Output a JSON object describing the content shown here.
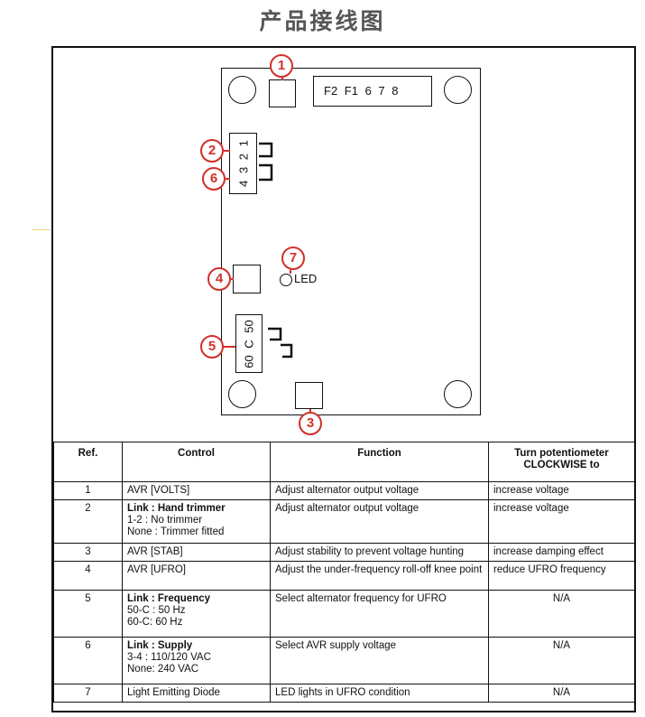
{
  "page": {
    "title": "产品接线图"
  },
  "diagram": {
    "terminal_label": "F2 F1 6 7 8",
    "link_terminal_label": "4 3 2 1",
    "freq_link_label": "60 C 50",
    "led_label": "LED",
    "callouts": [
      "1",
      "2",
      "3",
      "4",
      "5",
      "6",
      "7"
    ]
  },
  "table": {
    "headers": {
      "ref": "Ref.",
      "control": "Control",
      "function": "Function",
      "direction_line1": "Turn potentiometer",
      "direction_line2": "CLOCKWISE to"
    },
    "rows": [
      {
        "ref": "1",
        "control_title": "AVR [VOLTS]",
        "control_title_bold": false,
        "control_lines": [],
        "function": "Adjust alternator output voltage",
        "direction": "increase voltage",
        "direction_center": false
      },
      {
        "ref": "2",
        "control_title": "Link : Hand trimmer",
        "control_title_bold": true,
        "control_lines": [
          "1-2 : No trimmer",
          "None : Trimmer fitted"
        ],
        "function": "Adjust alternator output voltage",
        "direction": "increase voltage",
        "direction_center": false
      },
      {
        "ref": "3",
        "control_title": "AVR [STAB]",
        "control_title_bold": false,
        "control_lines": [],
        "function": "Adjust stability to prevent voltage hunting",
        "direction": "increase damping effect",
        "direction_center": false
      },
      {
        "ref": "4",
        "control_title": "AVR [UFRO]",
        "control_title_bold": false,
        "control_lines": [],
        "function": "Adjust the under-frequency roll-off knee point",
        "direction": "reduce UFRO frequency",
        "direction_center": false
      },
      {
        "ref": "5",
        "control_title": "Link : Frequency",
        "control_title_bold": true,
        "control_lines": [
          "50-C : 50 Hz",
          "60-C: 60 Hz"
        ],
        "function": "Select alternator frequency for UFRO",
        "direction": "N/A",
        "direction_center": true
      },
      {
        "ref": "6",
        "control_title": "Link : Supply",
        "control_title_bold": true,
        "control_lines": [
          "3-4 : 110/120 VAC",
          "None: 240 VAC"
        ],
        "function": "Select AVR supply voltage",
        "direction": "N/A",
        "direction_center": true
      },
      {
        "ref": "7",
        "control_title": "Light Emitting Diode",
        "control_title_bold": false,
        "control_lines": [],
        "function": "LED lights in UFRO condition",
        "direction": "N/A",
        "direction_center": true
      }
    ]
  }
}
